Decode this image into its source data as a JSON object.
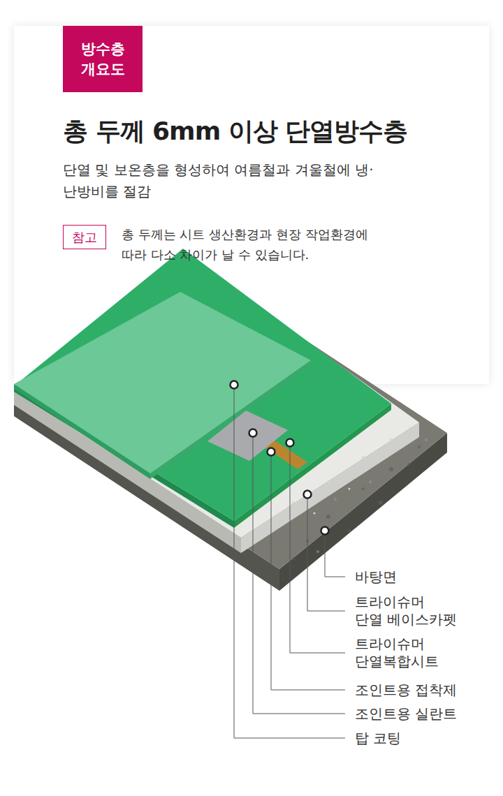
{
  "diagram": {
    "title": "총 두께 6mm 이상 단열방수층",
    "nodes": [
      {
        "text": [
          "방수층 개요도"
        ]
      },
      {
        "text": [
          "참고"
        ]
      }
    ],
    "labels": [
      "단열 및 보온층을 형성하여 여름철과 겨울철에 냉·난방비를 절감",
      "총 두께는 시트 생산환경과 현장 작업환경에 따라 다소 차이가 날 수 있습니다.",
      "바탕면",
      "트라이슈머 단열 베이스카펫",
      "트라이슈머 단열복합시트",
      "조인트용 접착제",
      "조인트용 실란트",
      "탑 코팅"
    ]
  }
}
